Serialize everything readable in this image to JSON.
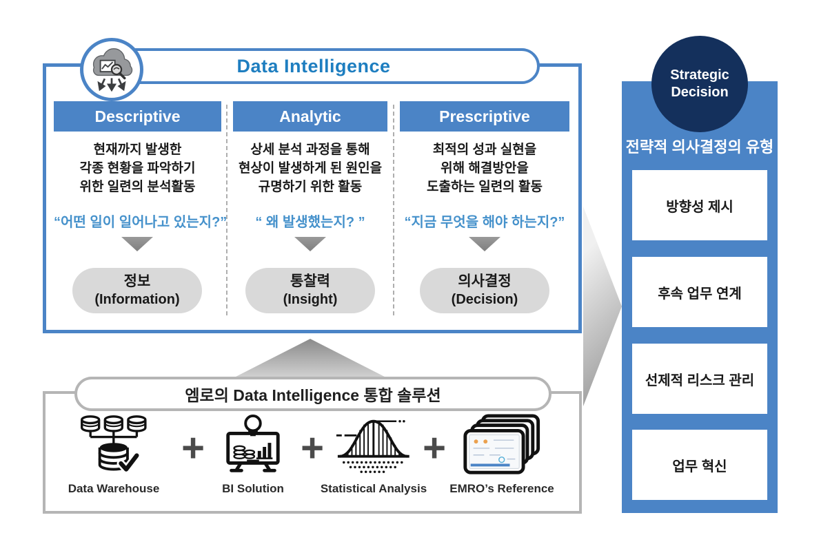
{
  "colors": {
    "accent_blue": "#4b84c6",
    "title_blue": "#1e7ec0",
    "quote_blue": "#4591cb",
    "navy": "#14305c",
    "pill_gray": "#d9d9d9",
    "border_gray": "#b5b5b5"
  },
  "header": {
    "title": "Data Intelligence",
    "icon": "cloud-data-analysis-icon"
  },
  "columns": [
    {
      "title": "Descriptive",
      "desc_lines": [
        "현재까지 발생한",
        "각종 현황을 파악하기",
        "위한 일련의 분석활동"
      ],
      "quote": "“어떤 일이 일어나고 있는지?”",
      "result_ko": "정보",
      "result_en": "(Information)"
    },
    {
      "title": "Analytic",
      "desc_lines": [
        "상세 분석 과정을 통해",
        "현상이 발생하게 된 원인을",
        "규명하기 위한 활동"
      ],
      "quote": "“ 왜 발생했는지? ”",
      "result_ko": "통찰력",
      "result_en": "(Insight)"
    },
    {
      "title": "Prescriptive",
      "desc_lines": [
        "최적의 성과 실현을",
        "위해 해결방안을",
        "도출하는 일련의 활동"
      ],
      "quote": "“지금 무엇을 해야 하는지?”",
      "result_ko": "의사결정",
      "result_en": "(Decision)"
    }
  ],
  "solution": {
    "title": "엠로의 Data Intelligence 통합 솔루션",
    "plus_symbol": "+",
    "items": [
      {
        "label": "Data Warehouse",
        "icon": "data-warehouse-icon"
      },
      {
        "label": "BI Solution",
        "icon": "bi-solution-icon"
      },
      {
        "label": "Statistical Analysis",
        "icon": "statistical-analysis-icon"
      },
      {
        "label": "EMRO’s Reference",
        "icon": "emro-reference-icon"
      }
    ]
  },
  "strategic": {
    "badge_line1": "Strategic",
    "badge_line2": "Decision",
    "panel_title": "전략적 의사결정의 유형",
    "items": [
      "방향성 제시",
      "후속 업무 연계",
      "선제적 리스크 관리",
      "업무 혁신"
    ]
  }
}
